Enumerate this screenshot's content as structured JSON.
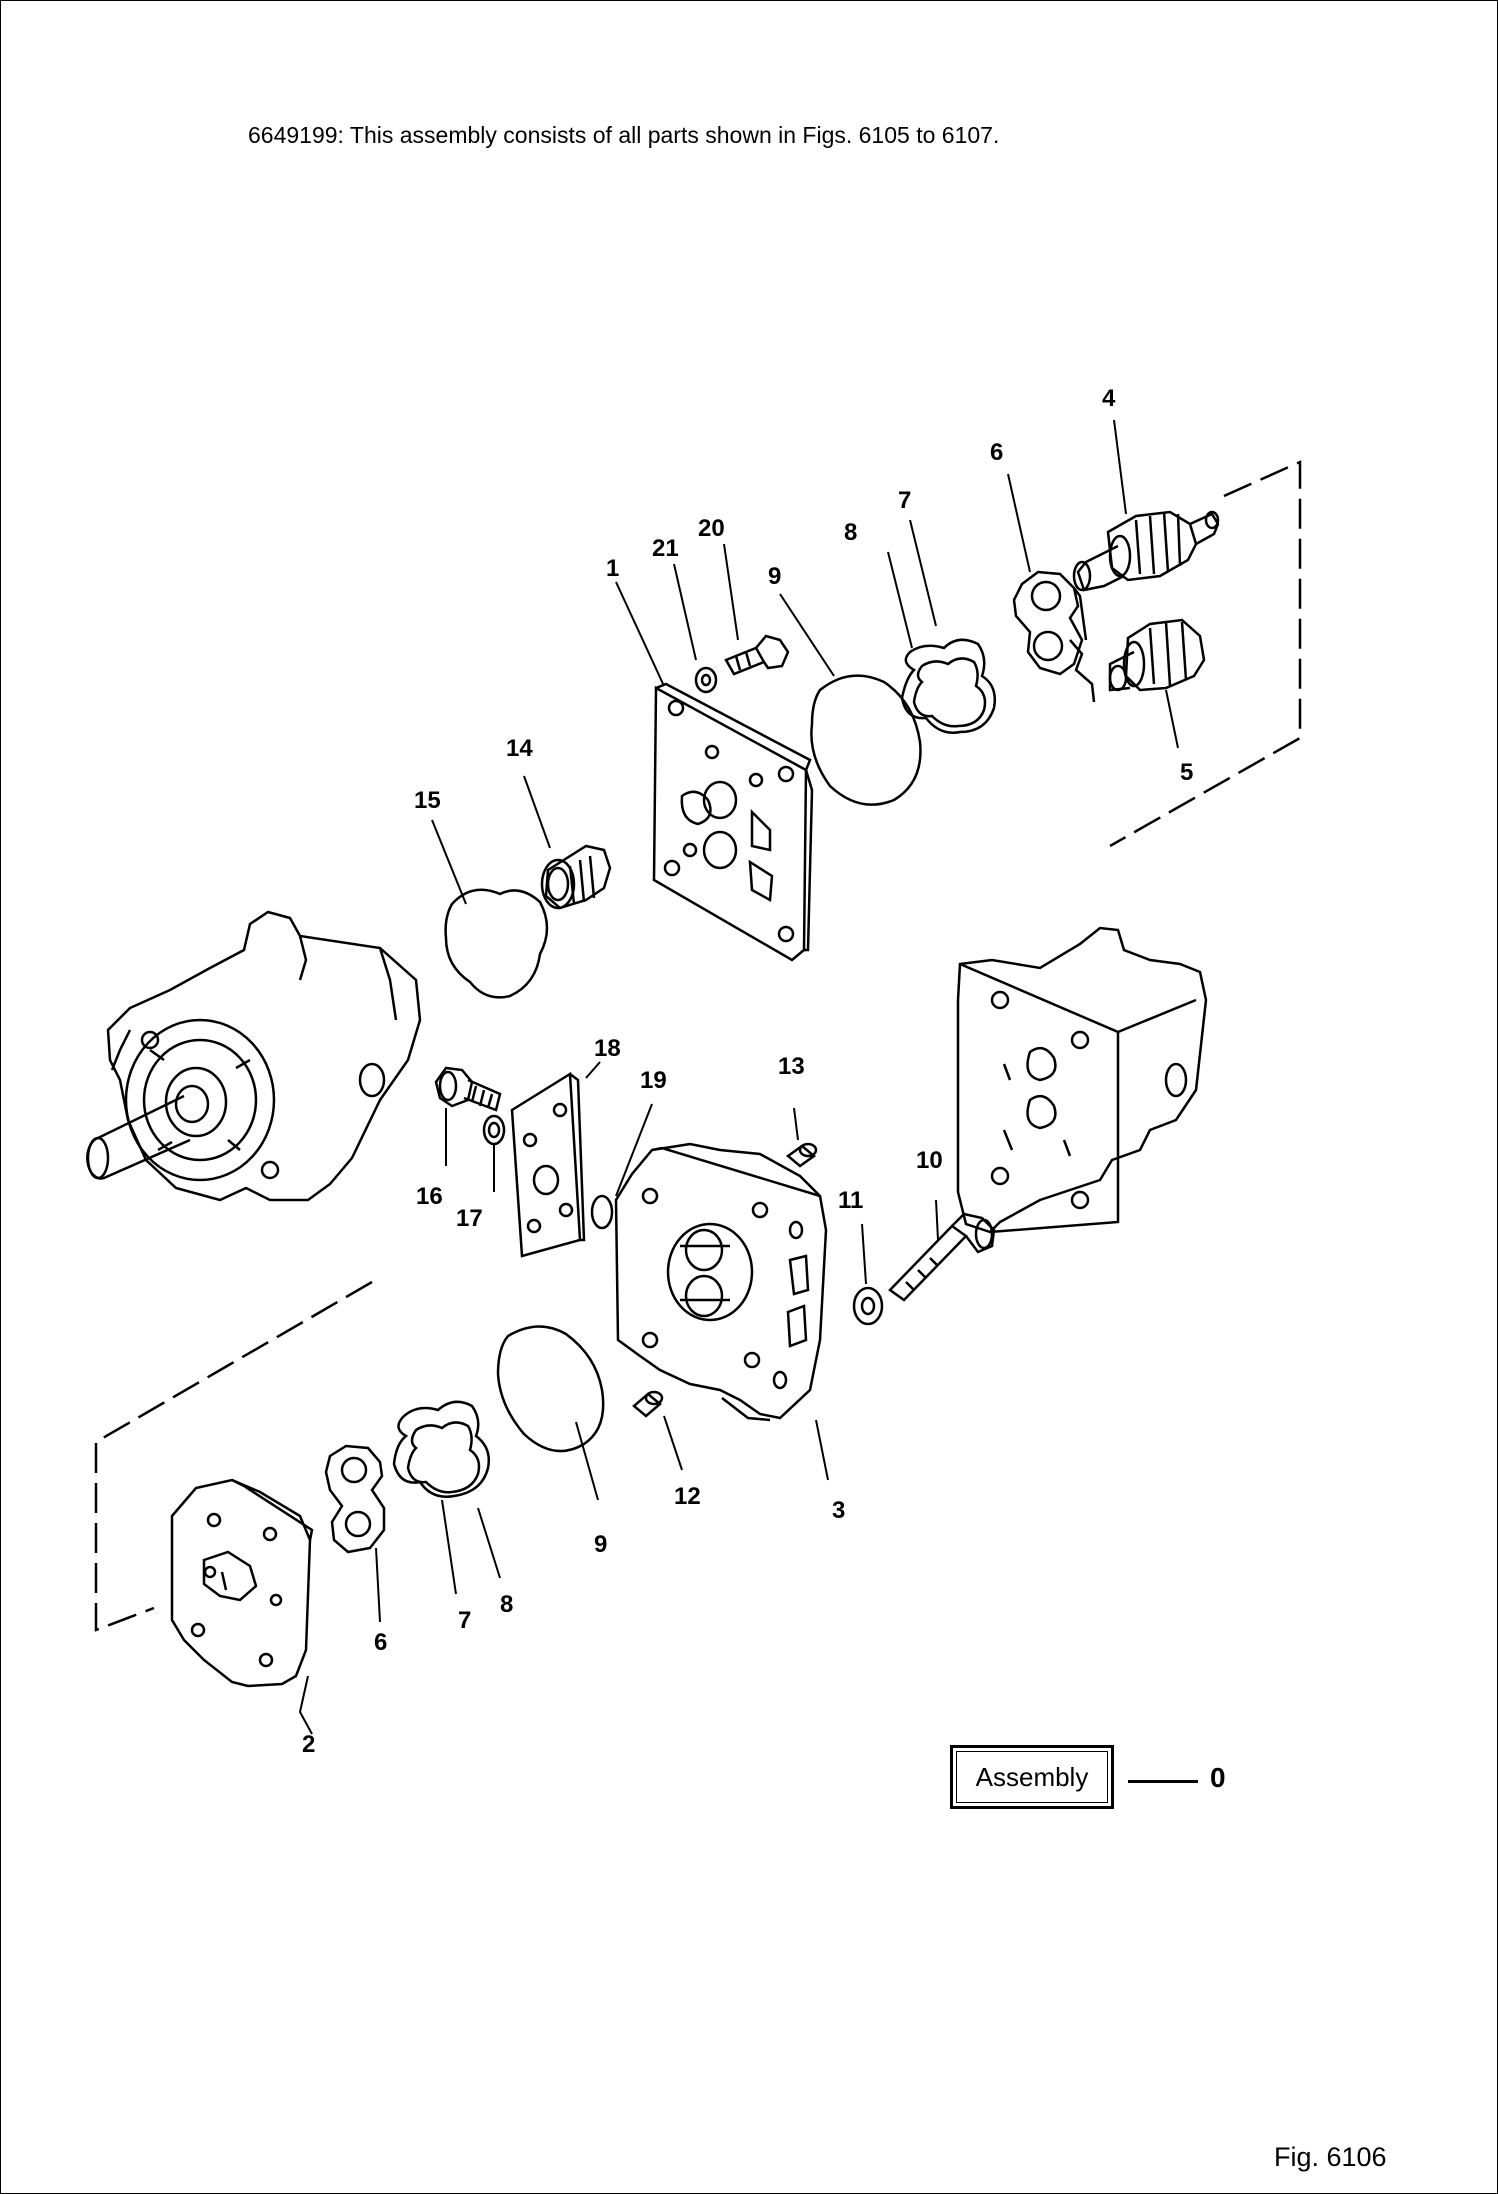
{
  "header_note": "6649199: This assembly consists of all parts shown in Figs. 6105 to 6107.",
  "assembly_label": "Assembly",
  "assembly_code": "0",
  "figure_label": "Fig. 6106",
  "callouts": {
    "c1": "1",
    "c2": "2",
    "c3": "3",
    "c4": "4",
    "c5": "5",
    "c6a": "6",
    "c6b": "6",
    "c7a": "7",
    "c7b": "7",
    "c8a": "8",
    "c8b": "8",
    "c9a": "9",
    "c9b": "9",
    "c10": "10",
    "c11": "11",
    "c12": "12",
    "c13": "13",
    "c14": "14",
    "c15": "15",
    "c16": "16",
    "c17": "17",
    "c18": "18",
    "c19": "19",
    "c20": "20",
    "c21": "21"
  }
}
